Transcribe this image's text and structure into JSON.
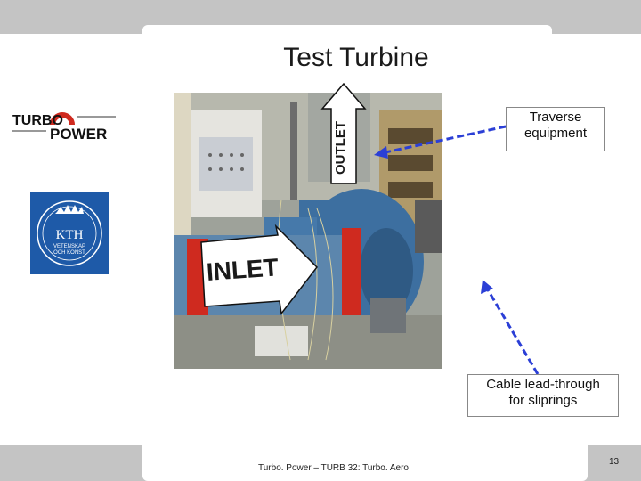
{
  "slide": {
    "title": "Test Turbine",
    "inlet_label": "INLET",
    "outlet_label": "OUTLET",
    "callouts": {
      "traverse_line1": "Traverse",
      "traverse_line2": "equipment",
      "cable_line1": "Cable lead-through",
      "cable_line2": "for sliprings"
    },
    "footer_text": "Turbo. Power – TURB 32: Turbo. Aero",
    "page_number": "13"
  },
  "logos": {
    "turbopower_logo": "TURBO POWER",
    "kth_logo": "KTH VETENSKAP OCH KONST"
  },
  "colors": {
    "kth_blue": "#1e5aa8",
    "arrow_blue": "#2b3fd6",
    "turbine_blue": "#3d6fa0",
    "flange_red": "#cf2a1f"
  }
}
